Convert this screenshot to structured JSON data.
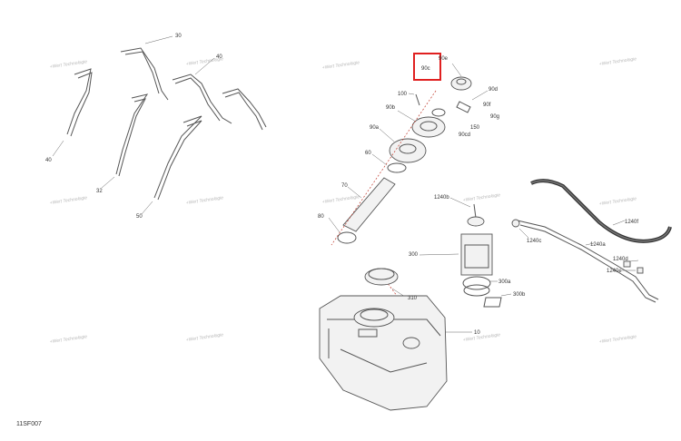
{
  "figure_code": "11SF007",
  "highlight_color": "#e02020",
  "highlighted_part": "90c",
  "watermark_text": "+Wert Technologie",
  "parts": {
    "p30": "30",
    "p40a": "40",
    "p40b": "40",
    "p32": "32",
    "p50": "50",
    "p90e": "90e",
    "p90c": "90c",
    "p90d": "90d",
    "p100": "100",
    "p90b": "90b",
    "p90f": "90f",
    "p90g": "90g",
    "p150": "150",
    "p90cd": "90cd",
    "p90a": "90a",
    "p60": "60",
    "p70": "70",
    "p80": "80",
    "p1240b": "1240b",
    "p300": "300",
    "p300a": "300a",
    "p300b": "300b",
    "p310": "310",
    "p10": "10",
    "p1240c": "1240c",
    "p1240a": "1240a",
    "p1240f": "1240f",
    "p1240d": "1240d",
    "p1240e": "1240e"
  }
}
